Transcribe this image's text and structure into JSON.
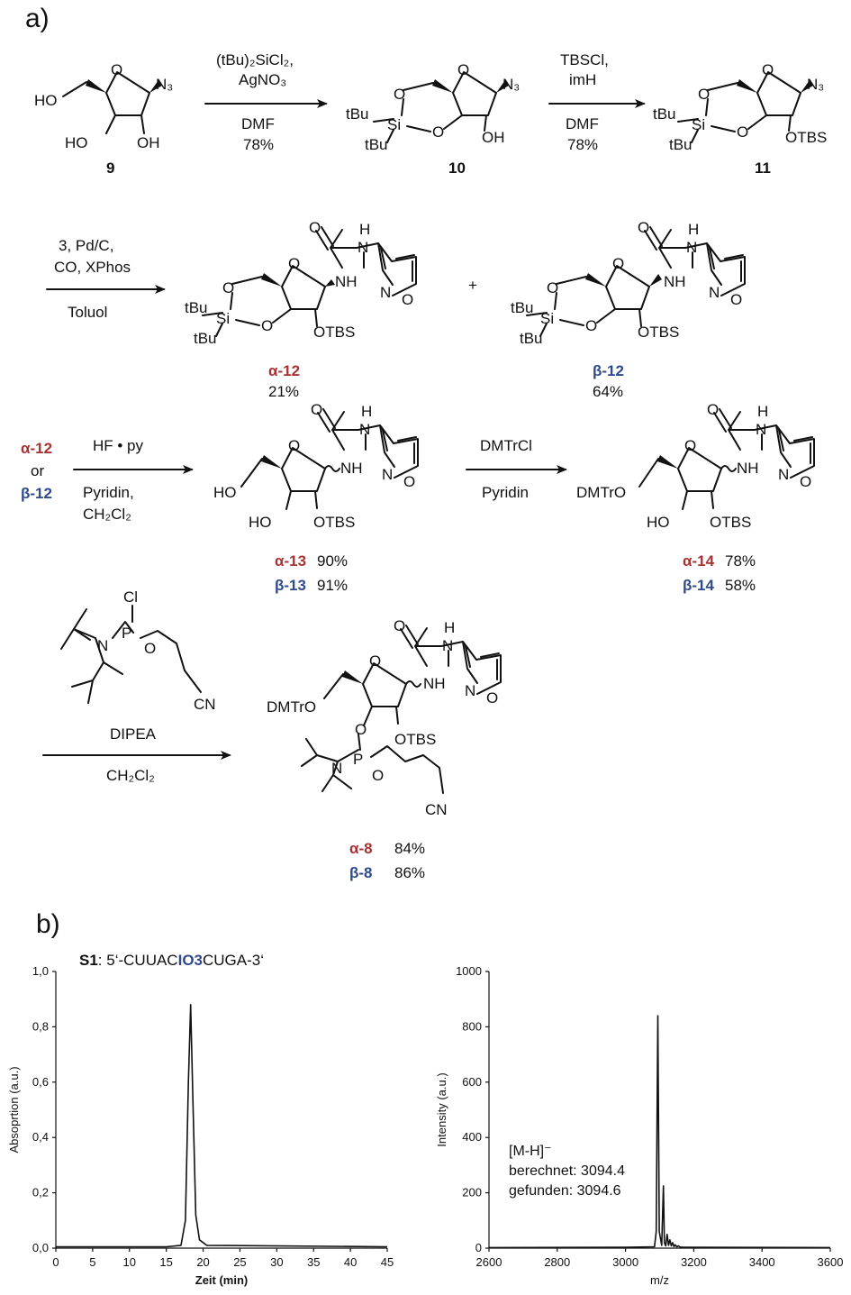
{
  "panels": {
    "a": "a)",
    "b": "b)"
  },
  "atoms": {
    "n3": "N₃",
    "o": "O",
    "ho": "HO",
    "oh": "OH",
    "otbs": "OTBS",
    "si": "Si",
    "tbu": "tBu",
    "nh": "NH",
    "n_h": "N",
    "h": "H",
    "n": "N",
    "p": "P",
    "cl": "Cl",
    "cn": "CN",
    "dmtro": "DMTrO"
  },
  "compounds": {
    "c9": "9",
    "c10": "10",
    "c11": "11",
    "a12": "α-12",
    "b12": "β-12",
    "a12_yield": "21%",
    "b12_yield": "64%",
    "a13": "α-13",
    "a13_yield": "90%",
    "b13": "β-13",
    "b13_yield": "91%",
    "a14": "α-14",
    "a14_yield": "78%",
    "b14": "β-14",
    "b14_yield": "58%",
    "a8": "α-8",
    "a8_yield": "84%",
    "b8": "β-8",
    "b8_yield": "86%",
    "or": "or",
    "plus": "+"
  },
  "conditions": {
    "step1_top1": "(tBu)₂SiCl₂,",
    "step1_top2": "AgNO₃",
    "step1_bot1": "DMF",
    "step1_bot2": "78%",
    "step2_top1": "TBSCl,",
    "step2_top2": "imH",
    "step2_bot1": "DMF",
    "step2_bot2": "78%",
    "step3_top1": "3, Pd/C,",
    "step3_top2": "CO, XPhos",
    "step3_bot1": "Toluol",
    "step4_top": "HF • py",
    "step4_bot1": "Pyridin,",
    "step4_bot2": "CH₂Cl₂",
    "step5_top": "DMTrCl",
    "step5_bot": "Pyridin",
    "step6_top": "DIPEA",
    "step6_bot": "CH₂Cl₂"
  },
  "sequence": {
    "label": "S1",
    "prefix": ": 5‘-CUUAC",
    "highlight": "IO3",
    "suffix": "CUGA-3‘",
    "highlight_color": "#2f4a8c"
  },
  "ms_annotation": {
    "line1": "[M-H]⁻",
    "line2": "berechnet: 3094.4",
    "line3": "gefunden: 3094.6"
  },
  "colors": {
    "alpha": "#a83232",
    "beta": "#2f4a8c"
  },
  "chart_data": [
    {
      "type": "line",
      "title": "",
      "xlabel": "Zeit (min)",
      "ylabel": "Absoprtion (a.u.)",
      "xlim": [
        0,
        45
      ],
      "ylim": [
        0,
        1.0
      ],
      "xticks": [
        "0",
        "5",
        "10",
        "15",
        "20",
        "25",
        "30",
        "35",
        "40",
        "45"
      ],
      "yticks": [
        "0,0",
        "0,2",
        "0,4",
        "0,6",
        "0,8",
        "1,0"
      ],
      "series": [
        {
          "x": [
            0,
            15,
            17,
            17.6,
            18.0,
            18.3,
            18.6,
            19.0,
            19.5,
            20.5,
            45
          ],
          "y": [
            0.005,
            0.005,
            0.01,
            0.1,
            0.6,
            0.88,
            0.55,
            0.12,
            0.03,
            0.01,
            0.005
          ]
        }
      ]
    },
    {
      "type": "line",
      "title": "",
      "xlabel": "m/z",
      "ylabel": "Intensity (a.u.)",
      "xlim": [
        2600,
        3600
      ],
      "ylim": [
        0,
        1000
      ],
      "xticks": [
        "2600",
        "2800",
        "3000",
        "3200",
        "3400",
        "3600"
      ],
      "yticks": [
        "0",
        "200",
        "400",
        "600",
        "800",
        "1000"
      ],
      "series": [
        {
          "x": [
            2600,
            3000,
            3085,
            3090,
            3094.6,
            3099,
            3106,
            3111,
            3114,
            3118,
            3122,
            3126,
            3130,
            3134,
            3138,
            3142,
            3146,
            3150,
            3155,
            3160,
            3170,
            3600
          ],
          "y": [
            2,
            3,
            5,
            60,
            840,
            60,
            10,
            225,
            20,
            8,
            50,
            10,
            30,
            8,
            20,
            6,
            12,
            5,
            8,
            4,
            3,
            2
          ]
        }
      ]
    }
  ]
}
